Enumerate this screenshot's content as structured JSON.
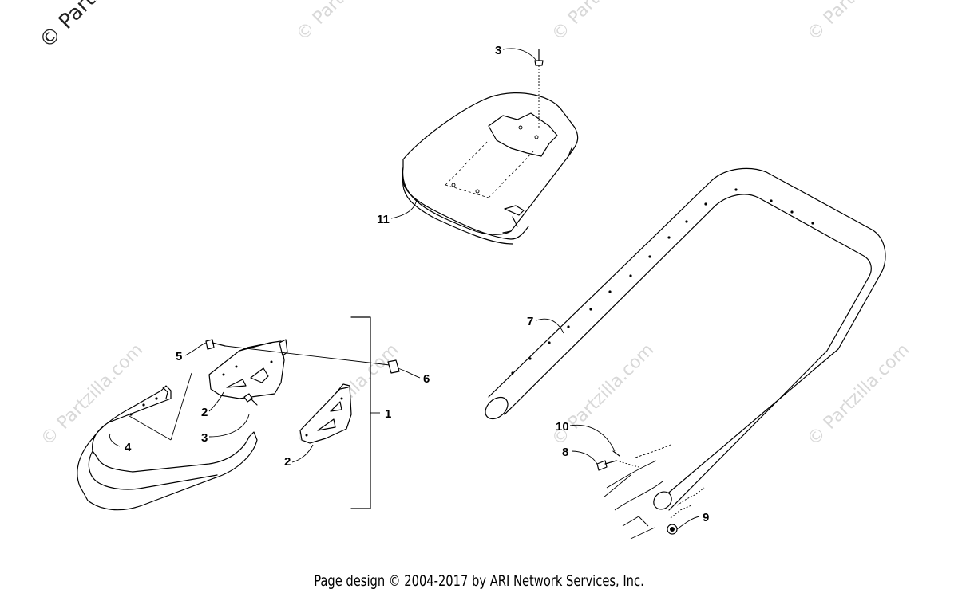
{
  "watermarks": {
    "corner": "© Partzilla",
    "repeat": "© Partzilla.com"
  },
  "callouts": {
    "c1": "1",
    "c2a": "2",
    "c2b": "2",
    "c3a": "3",
    "c3b": "3",
    "c4": "4",
    "c5": "5",
    "c6": "6",
    "c7": "7",
    "c8": "8",
    "c9": "9",
    "c10": "10",
    "c11": "11"
  },
  "footer": "Page design © 2004-2017 by ARI Network Services, Inc.",
  "colors": {
    "line": "#000000",
    "watermark": "#d8d8d8",
    "background": "#ffffff"
  }
}
